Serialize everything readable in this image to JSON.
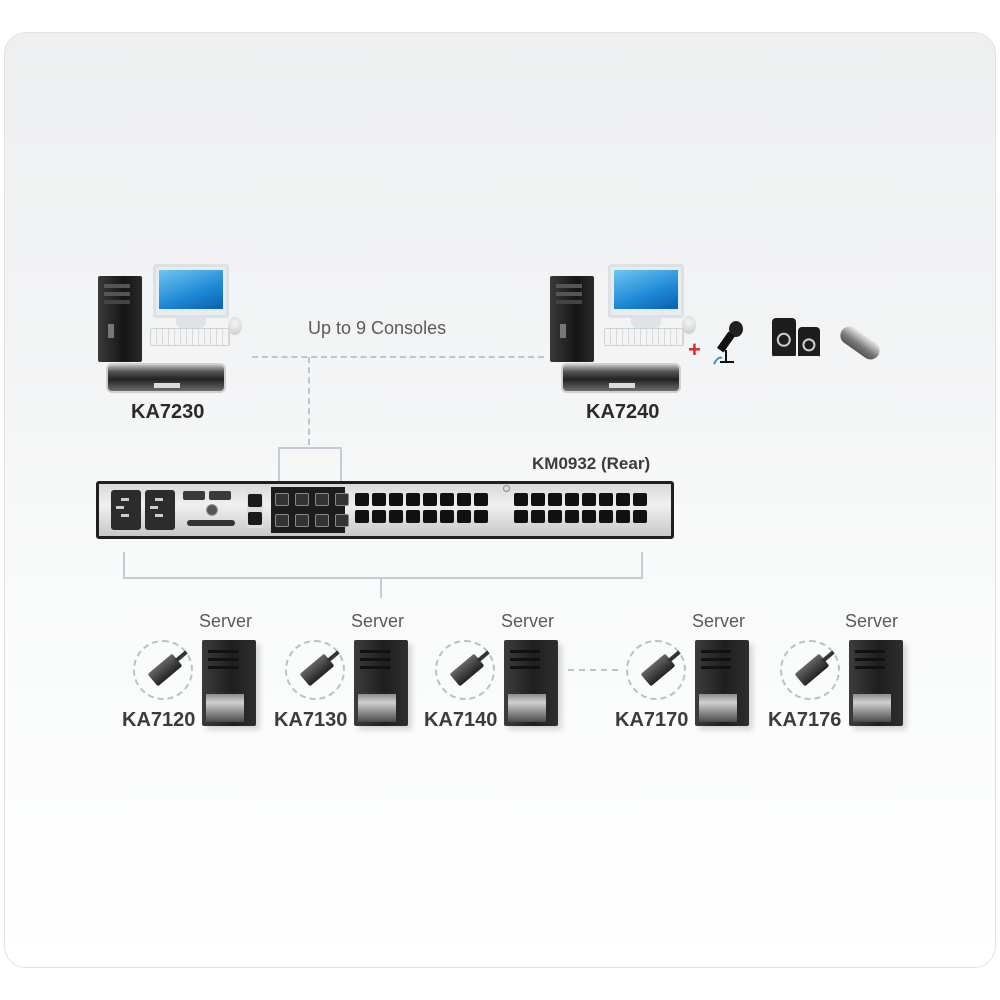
{
  "diagram": {
    "consoles_label": "Up to 9 Consoles",
    "console_left": {
      "model": "KA7230"
    },
    "console_right": {
      "model": "KA7240",
      "extras": [
        "microphone-icon",
        "speakers-icon",
        "usb-drive-icon"
      ],
      "plus_symbol": "+"
    },
    "switch": {
      "label": "KM0932 (Rear)",
      "console_ports": 8,
      "server_ports": 32
    },
    "servers": [
      {
        "label": "Server",
        "adapter": "KA7120"
      },
      {
        "label": "Server",
        "adapter": "KA7130"
      },
      {
        "label": "Server",
        "adapter": "KA7140"
      },
      {
        "label": "Server",
        "adapter": "KA7170"
      },
      {
        "label": "Server",
        "adapter": "KA7176"
      }
    ]
  },
  "colors": {
    "connector_line": "#b9c6cf",
    "text_dark": "#2a2a2a",
    "text_gray": "#5a5a5a",
    "plus_red": "#e02525"
  }
}
